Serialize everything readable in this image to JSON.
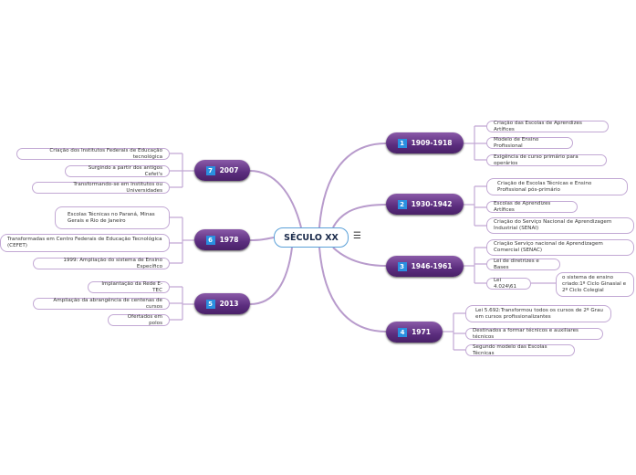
{
  "center": {
    "title": "SÉCULO XX",
    "menu_icon": "hamburger-icon"
  },
  "colors": {
    "node": "#5b2d7e",
    "number_badge": "#2a8fe0",
    "connector": "#c2a8d4",
    "center_border": "#5aa0d8"
  },
  "branches": [
    {
      "num": "1",
      "label": "1909-1918",
      "items": [
        "Criação das Escolas de Aprendizes Artífices",
        "Modelo de Ensino Profissional",
        "Exigência de curso primário para operários"
      ]
    },
    {
      "num": "2",
      "label": "1930-1942",
      "items": [
        "Criação de Escolas Técnicas e Ensino Profissional pós-primário",
        "Escolas de Aprendizes Artífices",
        "Criação do Serviço Nacional de Aprendizagem Industrial (SENAI)"
      ]
    },
    {
      "num": "3",
      "label": "1946-1961",
      "items": [
        "Criação Serviço nacional de Aprendizagem Comercial (SENAC)",
        "Lei de diretrizes e Bases",
        "Lei 4.024\\61"
      ],
      "sub": "o sistema de ensino criado:1º Ciclo Ginasial e 2º Ciclo Colegial"
    },
    {
      "num": "4",
      "label": "1971",
      "items": [
        "Lei 5.692:Transformou todos os cursos de 2º Grau em cursos profissionalizantes",
        "Destinados a formar técnicos e auxiliares técnicos",
        "Segundo modelo das Escolas Técnicas"
      ]
    },
    {
      "num": "5",
      "label": "2013",
      "items": [
        "Implantação da Rede E-TEC",
        "Ampliação da abrangência de centenas de cursos",
        "Ofertados em polos"
      ]
    },
    {
      "num": "6",
      "label": "1978",
      "items": [
        "Escolas Técnicas no Paraná, Minas Gerais e Rio de Janeiro",
        "Transformadas em Centro Federais de Educação Tecnológica (CEFET)",
        "1999: Ampliação do sistema de Ensino Específico"
      ]
    },
    {
      "num": "7",
      "label": "2007",
      "items": [
        "Criação dos Institutos Federais de Educação tecnológica",
        "Surgindo a partir dos antigos Cefet's",
        "Transformando-se em Institutos ou Universidades"
      ]
    }
  ]
}
